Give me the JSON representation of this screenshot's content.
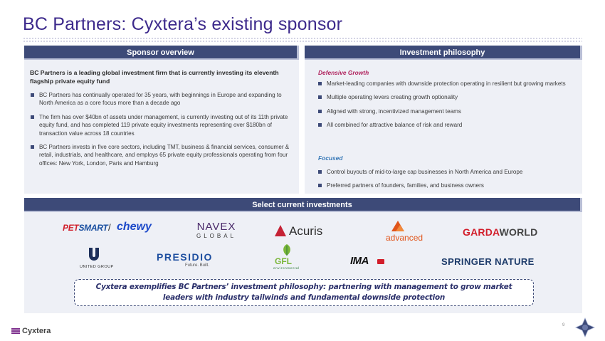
{
  "title": "BC Partners: Cyxtera’s existing sponsor",
  "sponsor_overview": {
    "header": "Sponsor overview",
    "lead": "BC Partners is a leading global investment firm that is currently investing its eleventh flagship private equity fund",
    "bullets": [
      "BC Partners has continually operated for 35 years, with beginnings in Europe and expanding to North America as a core focus more than a decade ago",
      "The firm has over $40bn of assets under management, is currently investing out of its 11th private equity fund, and has completed 119 private equity investments representing over $180bn of transaction value across 18 countries",
      "BC Partners invests in five core sectors, including TMT, business & financial services, consumer & retail, industrials, and healthcare, and employs 65 private equity professionals operating from four offices: New York, London, Paris and Hamburg"
    ]
  },
  "investment_philosophy": {
    "header": "Investment philosophy",
    "defensive_label": "Defensive Growth",
    "defensive_bullets": [
      "Market-leading companies with downside protection operating in resilient but growing markets",
      "Multiple operating levers creating growth optionality",
      "Aligned with strong, incentivized management teams",
      "All combined for attractive balance of risk and reward"
    ],
    "focused_label": "Focused",
    "focused_bullets": [
      "Control buyouts of mid-to-large cap businesses in North America and Europe",
      "Preferred partners of founders, families, and business owners"
    ]
  },
  "investments": {
    "header": "Select current investments",
    "logos": {
      "petsmart_a": "PET",
      "petsmart_b": "SMART",
      "separator": "/",
      "chewy": "chewy",
      "navex_top": "NAVEX",
      "navex_bottom": "GLOBAL",
      "acuris": "Acuris",
      "advanced": "advanced",
      "garda_a": "GARDA",
      "garda_b": "WORLD",
      "united_group": "UNITED GROUP",
      "presidio": "PRESIDIO",
      "presidio_tagline": "Future. Built.",
      "gfl": "GFL",
      "gfl_sub": "environmental",
      "ima": "IMA",
      "springer": "SPRINGER NATURE"
    },
    "callout": "Cyxtera exemplifies BC Partners’ investment philosophy: partnering with management to grow market leaders with industry tailwinds and fundamental downside protection"
  },
  "footer": {
    "brand": "Cyxtera",
    "page_number": "9"
  },
  "colors": {
    "title": "#3d2a8c",
    "header_bar": "#3d4a78",
    "panel_bg": "#eef0f6",
    "defensive": "#b0245e",
    "focused": "#3a7ab8"
  },
  "icons": [
    "square-bullet-icon",
    "acuris-triangle-icon",
    "advanced-mountain-icon",
    "united-group-icon",
    "gfl-leaf-icon",
    "cyxtera-brand-icon",
    "bc-partners-emblem-icon"
  ]
}
